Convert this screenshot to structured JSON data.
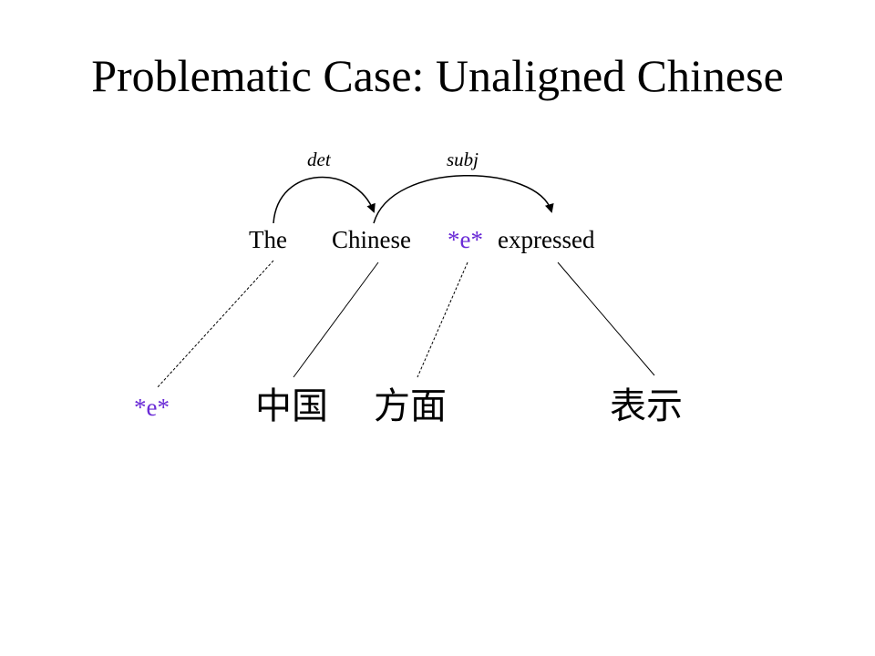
{
  "title": "Problematic Case: Unaligned Chinese",
  "colors": {
    "null_token": "#6a2bd6",
    "text": "#000000"
  },
  "dependencies": [
    {
      "label": "det",
      "head": "Chinese",
      "dependent": "The"
    },
    {
      "label": "subj",
      "head": "expressed",
      "dependent": "Chinese"
    }
  ],
  "english": [
    {
      "id": "the",
      "text": "The"
    },
    {
      "id": "chinese",
      "text": "Chinese"
    },
    {
      "id": "null",
      "text": "*e*"
    },
    {
      "id": "expressed",
      "text": "expressed"
    }
  ],
  "chinese": [
    {
      "id": "null",
      "text": "*e*"
    },
    {
      "id": "zhongguo",
      "text": "中国"
    },
    {
      "id": "fangmian",
      "text": "方面"
    },
    {
      "id": "biaoshi",
      "text": "表示"
    }
  ],
  "alignments": [
    {
      "from": "The",
      "to": "*e*",
      "style": "dashed"
    },
    {
      "from": "Chinese",
      "to": "中国",
      "style": "solid"
    },
    {
      "from": "*e*",
      "to": "方面",
      "style": "dashed"
    },
    {
      "from": "expressed",
      "to": "表示",
      "style": "solid"
    }
  ]
}
